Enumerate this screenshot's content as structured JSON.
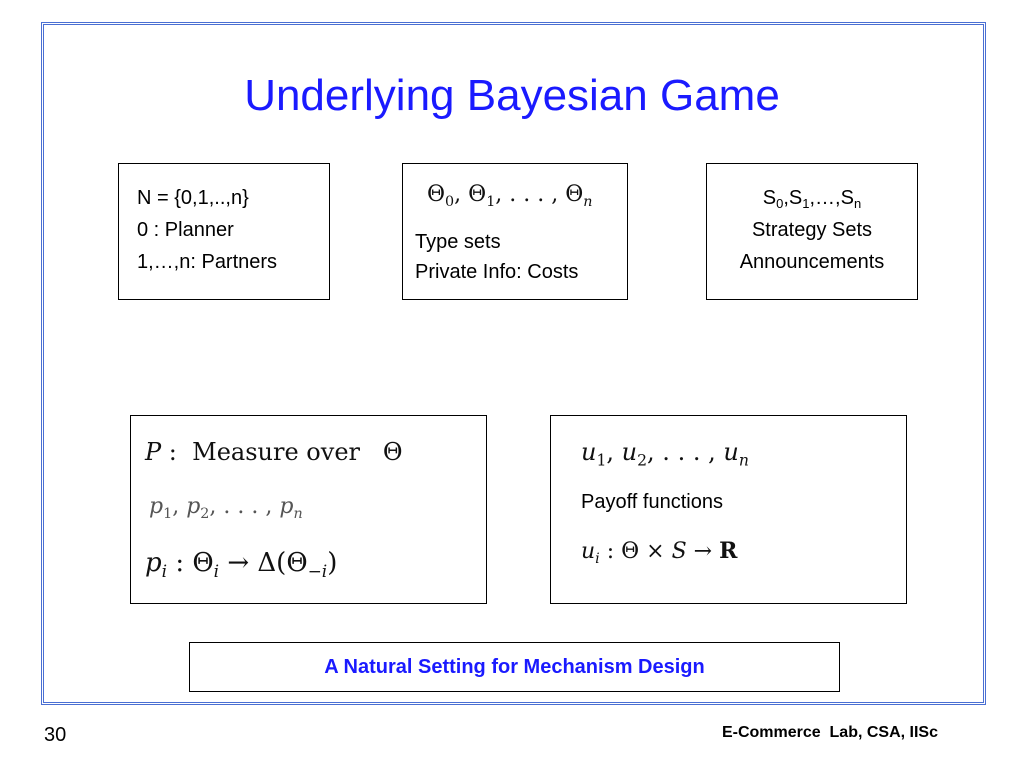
{
  "slide": {
    "title": "Underlying Bayesian Game",
    "page_number": "30",
    "footer": "E-Commerce  Lab, CSA, IISc",
    "banner": "A Natural Setting for Mechanism Design"
  },
  "players_box": {
    "line1": "N = {0,1,..,n}",
    "line2": "0 :  Planner",
    "line3": "1,…,n: Partners"
  },
  "types_box": {
    "label1": "Type sets",
    "label2": "Private Info: Costs"
  },
  "strategy_box": {
    "s": "S",
    "sub0": "0",
    "sub1": "1",
    "subn": "n",
    "line2": "Strategy Sets",
    "line3": "Announcements"
  },
  "prior_box": {
    "measure_text": "Measure over"
  },
  "payoff_box": {
    "label": "Payoff functions"
  }
}
